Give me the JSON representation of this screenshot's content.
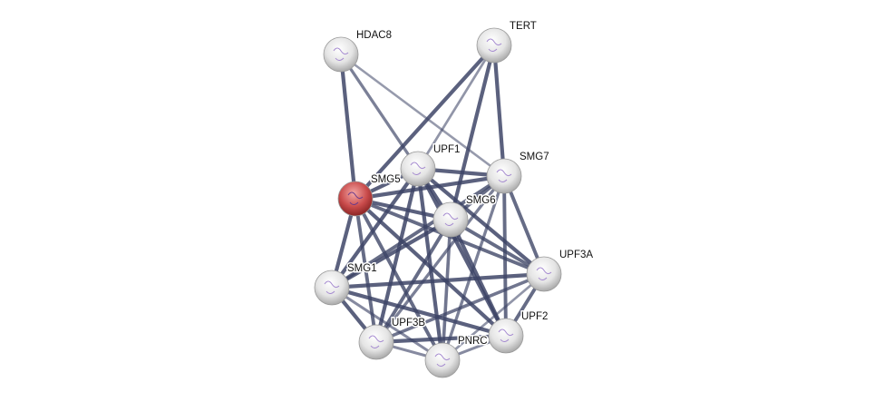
{
  "network": {
    "nodes": [
      {
        "id": "HDAC8",
        "label": "HDAC8",
        "query": false
      },
      {
        "id": "TERT",
        "label": "TERT",
        "query": false
      },
      {
        "id": "UPF1",
        "label": "UPF1",
        "query": false
      },
      {
        "id": "SMG7",
        "label": "SMG7",
        "query": false
      },
      {
        "id": "SMG5",
        "label": "SMG5",
        "query": true
      },
      {
        "id": "SMG6",
        "label": "SMG6",
        "query": false
      },
      {
        "id": "UPF3A",
        "label": "UPF3A",
        "query": false
      },
      {
        "id": "SMG1",
        "label": "SMG1",
        "query": false
      },
      {
        "id": "UPF2",
        "label": "UPF2",
        "query": false
      },
      {
        "id": "UPF3B",
        "label": "UPF3B",
        "query": false
      },
      {
        "id": "PNRC",
        "label": "PNRC",
        "query": false
      }
    ],
    "edges": [
      [
        "HDAC8",
        "SMG5",
        0.9
      ],
      [
        "HDAC8",
        "UPF1",
        0.6
      ],
      [
        "HDAC8",
        "SMG7",
        0.35
      ],
      [
        "TERT",
        "SMG5",
        0.9
      ],
      [
        "TERT",
        "UPF1",
        0.4
      ],
      [
        "TERT",
        "SMG6",
        0.9
      ],
      [
        "TERT",
        "SMG7",
        0.9
      ],
      [
        "SMG5",
        "UPF1",
        0.9
      ],
      [
        "SMG5",
        "SMG7",
        0.9
      ],
      [
        "SMG5",
        "SMG6",
        0.9
      ],
      [
        "SMG5",
        "UPF3A",
        0.8
      ],
      [
        "SMG5",
        "SMG1",
        0.9
      ],
      [
        "SMG5",
        "UPF2",
        0.9
      ],
      [
        "SMG5",
        "UPF3B",
        0.8
      ],
      [
        "SMG5",
        "PNRC",
        0.8
      ],
      [
        "UPF1",
        "SMG7",
        0.9
      ],
      [
        "UPF1",
        "SMG6",
        0.9
      ],
      [
        "UPF1",
        "UPF3A",
        0.9
      ],
      [
        "UPF1",
        "SMG1",
        0.9
      ],
      [
        "UPF1",
        "UPF2",
        0.9
      ],
      [
        "UPF1",
        "UPF3B",
        0.9
      ],
      [
        "UPF1",
        "PNRC",
        0.9
      ],
      [
        "SMG7",
        "SMG6",
        0.8
      ],
      [
        "SMG7",
        "UPF3A",
        0.8
      ],
      [
        "SMG7",
        "SMG1",
        0.8
      ],
      [
        "SMG7",
        "UPF2",
        0.8
      ],
      [
        "SMG7",
        "UPF3B",
        0.6
      ],
      [
        "SMG7",
        "PNRC",
        0.6
      ],
      [
        "SMG6",
        "UPF3A",
        0.8
      ],
      [
        "SMG6",
        "SMG1",
        0.9
      ],
      [
        "SMG6",
        "UPF2",
        0.9
      ],
      [
        "SMG6",
        "UPF3B",
        0.8
      ],
      [
        "SMG6",
        "PNRC",
        0.7
      ],
      [
        "UPF3A",
        "SMG1",
        0.9
      ],
      [
        "UPF3A",
        "UPF2",
        0.8
      ],
      [
        "UPF3A",
        "UPF3B",
        0.7
      ],
      [
        "UPF3A",
        "PNRC",
        0.4
      ],
      [
        "SMG1",
        "UPF2",
        0.9
      ],
      [
        "SMG1",
        "UPF3B",
        0.9
      ],
      [
        "SMG1",
        "PNRC",
        0.5
      ],
      [
        "UPF2",
        "UPF3B",
        0.9
      ],
      [
        "UPF2",
        "PNRC",
        0.5
      ],
      [
        "UPF3B",
        "PNRC",
        0.5
      ]
    ]
  },
  "colors": {
    "edge": "#3d4466",
    "node": "#e8e8e8",
    "query_node": "#c0393b"
  }
}
